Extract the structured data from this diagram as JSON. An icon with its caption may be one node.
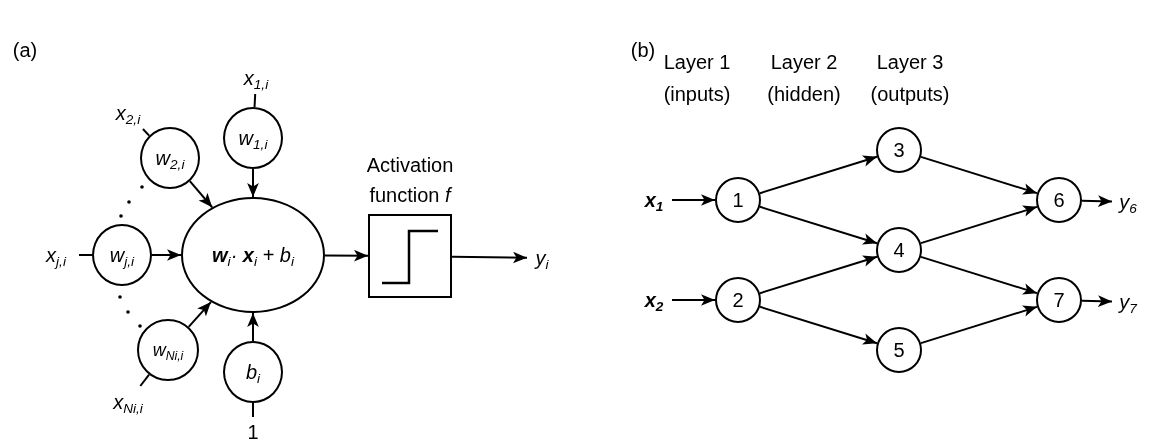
{
  "diagram": {
    "nodes": [
      {
        "text": [
          "x$_{1,i}$"
        ]
      },
      {
        "text": [
          "w$_{1,i}$"
        ]
      },
      {
        "text": [
          "x$_{2,i}$"
        ]
      },
      {
        "text": [
          "w$_{2,i}$"
        ]
      },
      {
        "text": [
          "x$_{j,i}$"
        ]
      },
      {
        "text": [
          "w$_{j,i}$"
        ]
      },
      {
        "text": [
          "**w**$_{i}$· **x**$_{i}$ + b$_{i}$"
        ]
      },
      {
        "text": [
          "w$_{Ni,i}$"
        ]
      },
      {
        "text": [
          "x$_{Ni,i}$"
        ]
      },
      {
        "text": [
          "b$_{i}$"
        ]
      },
      {
        "text": [
          "1"
        ]
      },
      {
        "text": [
          "Activation function *f*"
        ]
      },
      {
        "text": [
          "y$_{i}$"
        ]
      },
      {
        "text": [
          "x$_{1}$"
        ]
      },
      {
        "text": [
          "1"
        ]
      },
      {
        "text": [
          "x$_{2}$"
        ]
      },
      {
        "text": [
          "2"
        ]
      },
      {
        "text": [
          "3"
        ]
      },
      {
        "text": [
          "4"
        ]
      },
      {
        "text": [
          "5"
        ]
      },
      {
        "text": [
          "6"
        ]
      },
      {
        "text": [
          "y$_{6}$"
        ]
      },
      {
        "text": [
          "7"
        ]
      },
      {
        "text": [
          "y$_{7}$"
        ]
      }
    ],
    "edges": [
      {
        "from": 0,
        "to": 1,
        "arrow": "none"
      },
      {
        "from": 1,
        "to": 6,
        "arrow": "to"
      },
      {
        "from": 2,
        "to": 3,
        "arrow": "none"
      },
      {
        "from": 3,
        "to": 6,
        "arrow": "to"
      },
      {
        "from": 4,
        "to": 5,
        "arrow": "none"
      },
      {
        "from": 5,
        "to": 6,
        "arrow": "to"
      },
      {
        "from": 8,
        "to": 7,
        "arrow": "none"
      },
      {
        "from": 7,
        "to": 6,
        "arrow": "to"
      },
      {
        "from": 10,
        "to": 9,
        "arrow": "none"
      },
      {
        "from": 9,
        "to": 6,
        "arrow": "to"
      },
      {
        "from": 6,
        "to": 11,
        "arrow": "to"
      },
      {
        "from": 11,
        "to": 12,
        "arrow": "to"
      },
      {
        "from": 13,
        "to": 14,
        "arrow": "to"
      },
      {
        "from": 15,
        "to": 16,
        "arrow": "to"
      },
      {
        "from": 14,
        "to": 17,
        "arrow": "to"
      },
      {
        "from": 14,
        "to": 18,
        "arrow": "to"
      },
      {
        "from": 16,
        "to": 18,
        "arrow": "to"
      },
      {
        "from": 16,
        "to": 19,
        "arrow": "to"
      },
      {
        "from": 17,
        "to": 20,
        "arrow": "to"
      },
      {
        "from": 18,
        "to": 20,
        "arrow": "to"
      },
      {
        "from": 18,
        "to": 22,
        "arrow": "to"
      },
      {
        "from": 19,
        "to": 22,
        "arrow": "to"
      },
      {
        "from": 20,
        "to": 21,
        "arrow": "to"
      },
      {
        "from": 22,
        "to": 23,
        "arrow": "to"
      }
    ],
    "labels": [
      "(a)",
      "(b)",
      "Layer 1 (inputs)",
      "Layer 2 (hidden)",
      "Layer 3 (outputs)"
    ]
  }
}
